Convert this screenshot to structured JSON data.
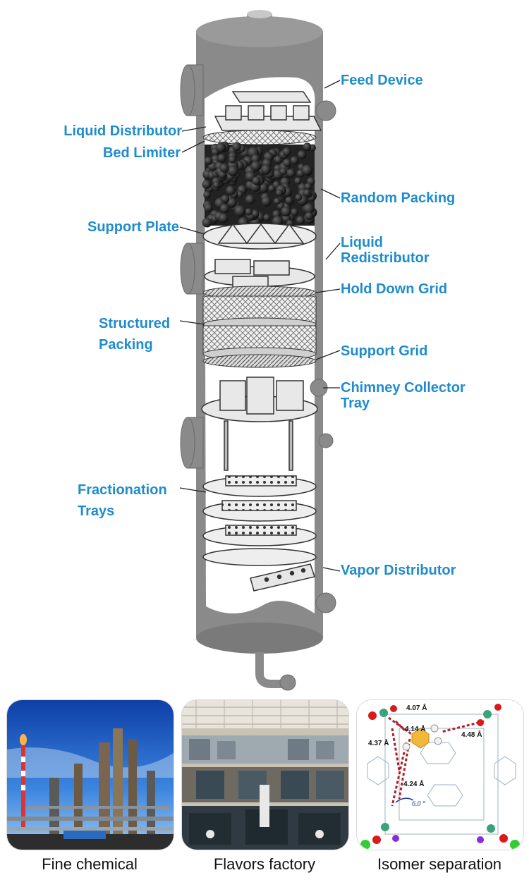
{
  "labels": {
    "feed_device": "Feed Device",
    "liquid_distributor": "Liquid Distributor",
    "bed_limiter": "Bed Limiter",
    "random_packing": "Random Packing",
    "support_plate": "Support Plate",
    "liquid_redistributor_1": "Liquid",
    "liquid_redistributor_2": "Redistributor",
    "hold_down_grid": "Hold Down Grid",
    "structured_packing_1": "Structured",
    "structured_packing_2": "Packing",
    "support_grid": "Support Grid",
    "chimney_collector_1": "Chimney Collector",
    "chimney_collector_2": "Tray",
    "fractionation_trays_1": "Fractionation",
    "fractionation_trays_2": "Trays",
    "vapor_distributor": "Vapor Distributor"
  },
  "measurements": {
    "m1": "4.07 Å",
    "m2": "4.14 Å",
    "m3": "4.48 Å",
    "m4": "4.37 Å",
    "m5": "4.24 Å",
    "angle": "6.0 °"
  },
  "captions": {
    "fine_chemical": "Fine chemical",
    "flavors_factory": "Flavors factory",
    "isomer_separation": "Isomer separation"
  },
  "colors": {
    "label": "#1f8ccc",
    "column_shell": "#8a8a8a"
  }
}
